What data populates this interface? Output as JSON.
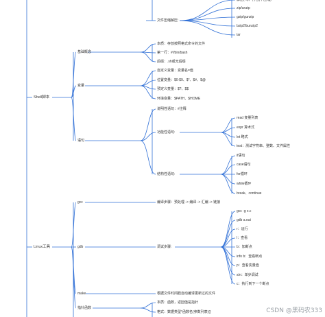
{
  "colors": {
    "edge": "#2f6fd6",
    "text": "#333333",
    "watermark": "#9aa0a6"
  },
  "nodes": {
    "shell": "Shell脚本",
    "linux_tools": "Linux工具",
    "basics": "基础概念",
    "variables": "变量",
    "statements": "语句",
    "file_compress": "文件压缩解压:",
    "basics_items": [
      "本质：存放按照格式命令的文件",
      "第一行：#!/bin/bash",
      "后缀：.sh或无后缀"
    ],
    "variable_items": [
      "自定义变量：变量名=值",
      "位置变量：$0-$9、$*、$#、$@",
      "预定义变量：$?、$$",
      "环境变量：$PATH、$HOME"
    ],
    "stmt_groups": [
      "说明性语句：#注释",
      "功能性语句:",
      "结构性语句:"
    ],
    "func_items": [
      "read 变量列表",
      "expr 算术式",
      "let 略式",
      "test：测试字符串、整数、文件属性"
    ],
    "struct_items": [
      "if语句",
      "case语句",
      "for循环",
      "while循环",
      "break、continue"
    ],
    "compress_items": [
      "zip/unzip",
      "gzip/gunzip",
      "bzip2/bunzip2",
      "tar"
    ],
    "partial_top": "解压(-x)、打包(不压缩)",
    "gcc": "gcc",
    "gdb": "gdb",
    "make": "make",
    "pointer_fn": "指针函数",
    "gcc_step": "编译步骤：预处理 -> 编译 -> 汇编 -> 链接",
    "gdb_step": "调试步骤:",
    "gdb_items": [
      "gcc -g x.c",
      "gdb a.out",
      "r：运行",
      "l：查看",
      "b：加断点",
      "info b：查看断点",
      "p：查看变量值",
      "s/n：单步调试",
      "c：执行到下一个断点"
    ],
    "make_desc": "根据文件时间戳自动编译更新过的文件",
    "pf_items": [
      "本质：函数，返回值是指针",
      "格式：数据类型*函数名(参数列表){}"
    ]
  },
  "watermark": "CSDN @黑码农333"
}
